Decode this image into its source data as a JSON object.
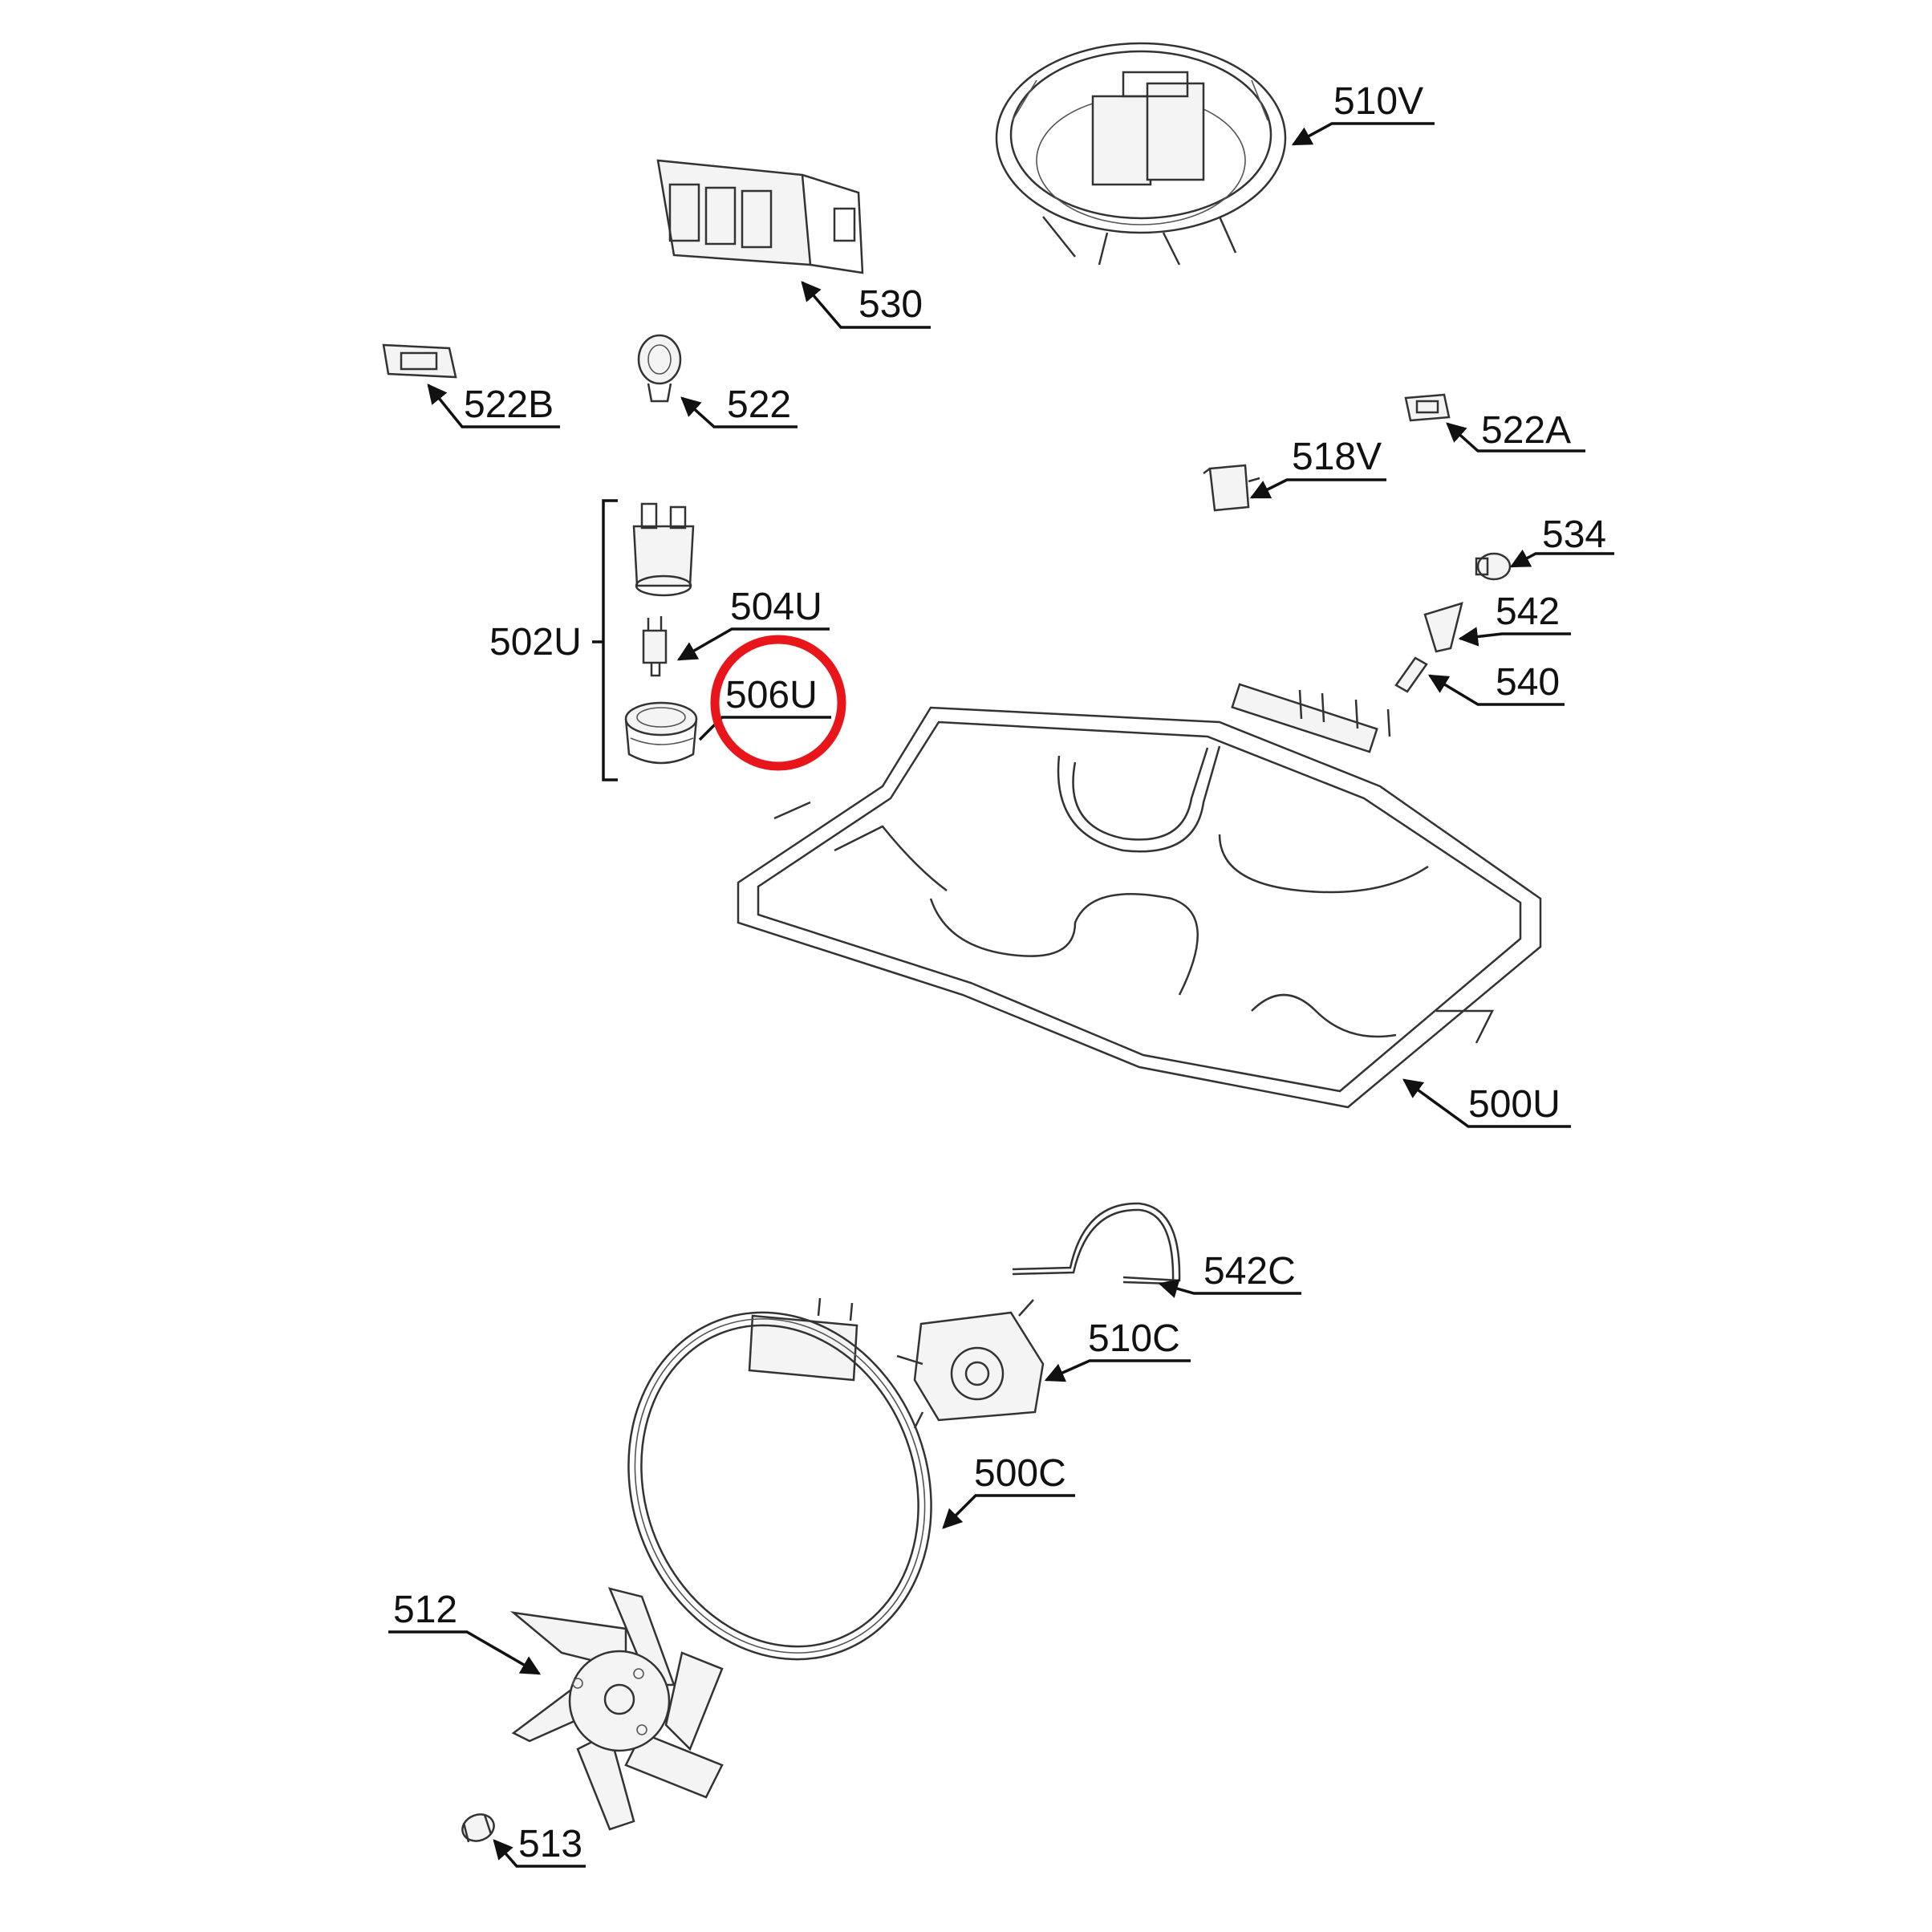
{
  "diagram": {
    "highlight_color": "#e8151b",
    "labels": {
      "l510V": "510V",
      "l530": "530",
      "l522B": "522B",
      "l522": "522",
      "l522A": "522A",
      "l518V": "518V",
      "l534": "534",
      "l542": "542",
      "l540": "540",
      "l504U": "504U",
      "l502U": "502U",
      "l506U": "506U",
      "l500U": "500U",
      "l542C": "542C",
      "l510C": "510C",
      "l500C": "500C",
      "l512": "512",
      "l513": "513"
    }
  }
}
